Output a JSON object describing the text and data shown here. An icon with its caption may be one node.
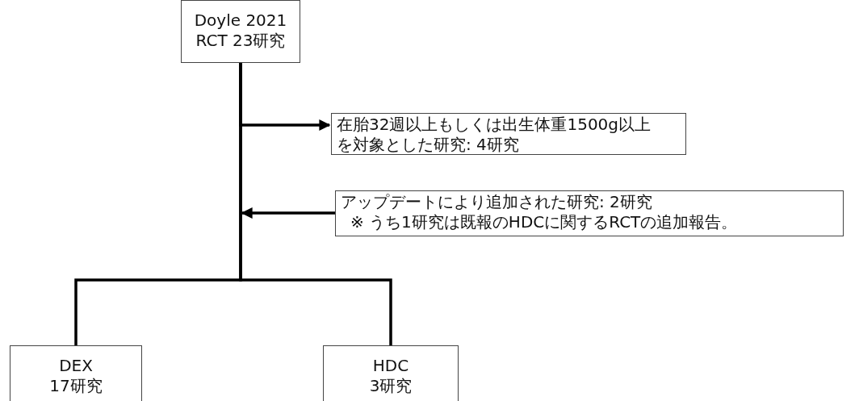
{
  "diagram": {
    "nodes": [
      {
        "text": [
          "Doyle 2021",
          "RCT 23研究"
        ]
      },
      {
        "text": [
          "在胎32週以上もしくは出生体重1500g以上を対象とした研究: 4研究"
        ]
      },
      {
        "text": [
          "アップデートにより追加された研究: 2研究",
          "※ うち1研究は既報のHDCに関するRCTの追加報告。"
        ]
      },
      {
        "text": [
          "DEX",
          "17研究"
        ]
      },
      {
        "text": [
          "HDC",
          "3研究"
        ]
      }
    ],
    "edges": [
      {
        "from": 0,
        "to": 1,
        "arrow": "to"
      },
      {
        "from": 2,
        "to": null,
        "arrow": "to"
      },
      {
        "from": 0,
        "to": 3,
        "arrow": "none"
      },
      {
        "from": 0,
        "to": 4,
        "arrow": "none"
      }
    ]
  }
}
